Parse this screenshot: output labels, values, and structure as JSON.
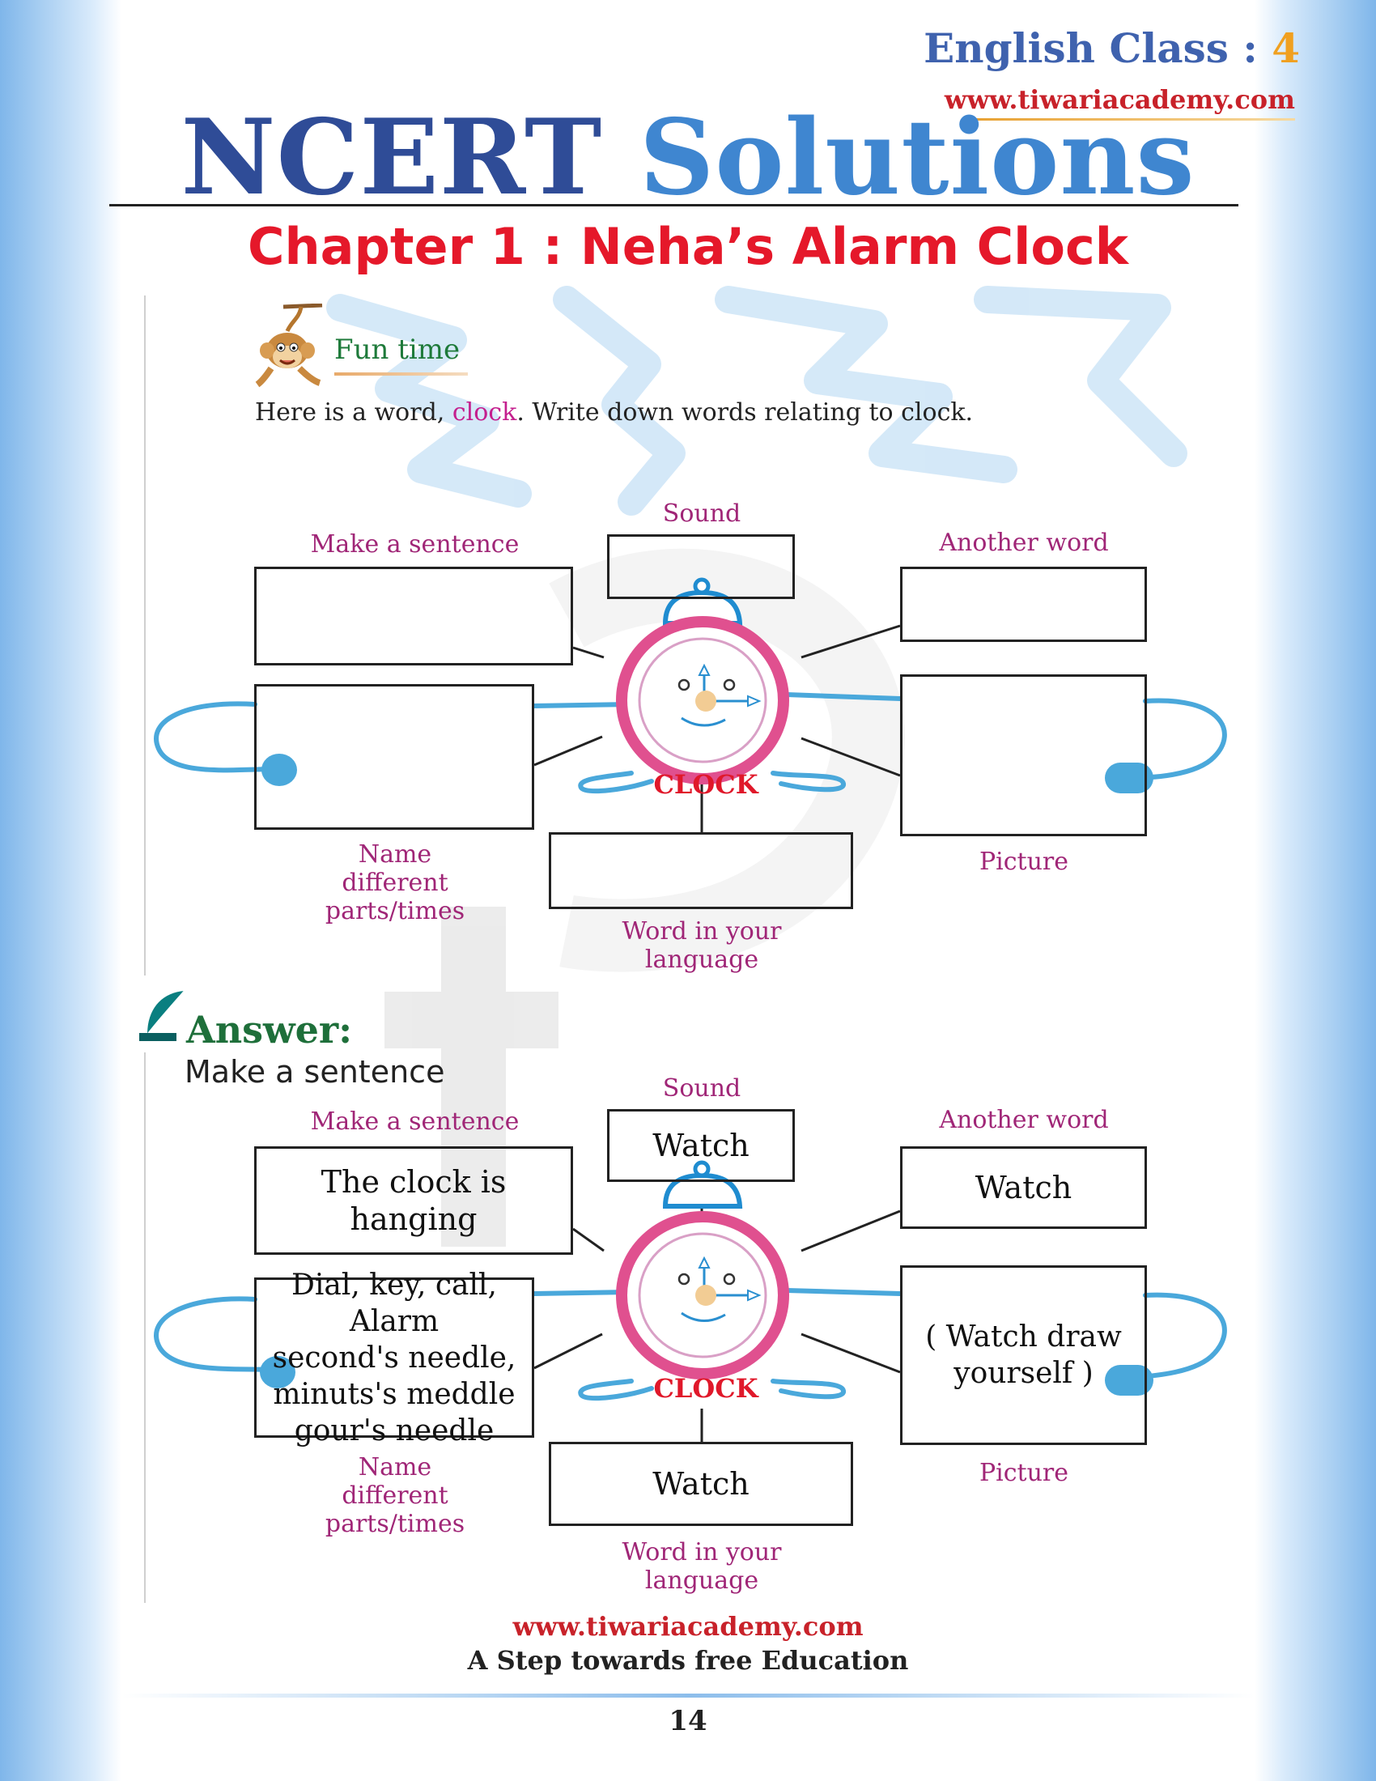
{
  "header": {
    "class_label": "English Class : ",
    "class_number": "4",
    "website": "www.tiwariacademy.com",
    "title_part1": "NCERT",
    "title_part2": "Solutions",
    "chapter": "Chapter 1 : Neha’s Alarm Clock"
  },
  "question": {
    "section": "Fun time",
    "instruction_before": "Here is a word, ",
    "instruction_word": "clock",
    "instruction_after": ". Write down words relating to clock."
  },
  "diagram_labels": {
    "sound": "Sound",
    "make_sentence": "Make a sentence",
    "another_word": "Another word",
    "name_parts_l1": "Name",
    "name_parts_l2": "different",
    "name_parts_l3": "parts/times",
    "picture": "Picture",
    "word_language_l1": "Word in your",
    "word_language_l2": "language",
    "clock": "CLOCK"
  },
  "answer": {
    "heading": "Answer:",
    "subheading": "Make a sentence",
    "sound": "Watch",
    "sentence_l1": "The clock is",
    "sentence_l2": "hanging",
    "another_word": "Watch",
    "parts_l1": "Dial, key, call, Alarm",
    "parts_l2": "second's needle,",
    "parts_l3": "minuts's meddle",
    "parts_l4": "gour's needle",
    "picture_l1": "( Watch draw",
    "picture_l2": "yourself )",
    "word_language": "Watch"
  },
  "footer": {
    "website": "www.tiwariacademy.com",
    "tagline": "A Step towards free Education",
    "page_number": "14"
  },
  "colors": {
    "title_dark_blue": "#2f4c97",
    "title_light_blue": "#3f86d0",
    "chapter_red": "#e5182a",
    "label_purple": "#a02677",
    "clock_pink": "#e0508f",
    "cord_blue": "#4aa8db",
    "answer_green": "#1e6f3a"
  }
}
